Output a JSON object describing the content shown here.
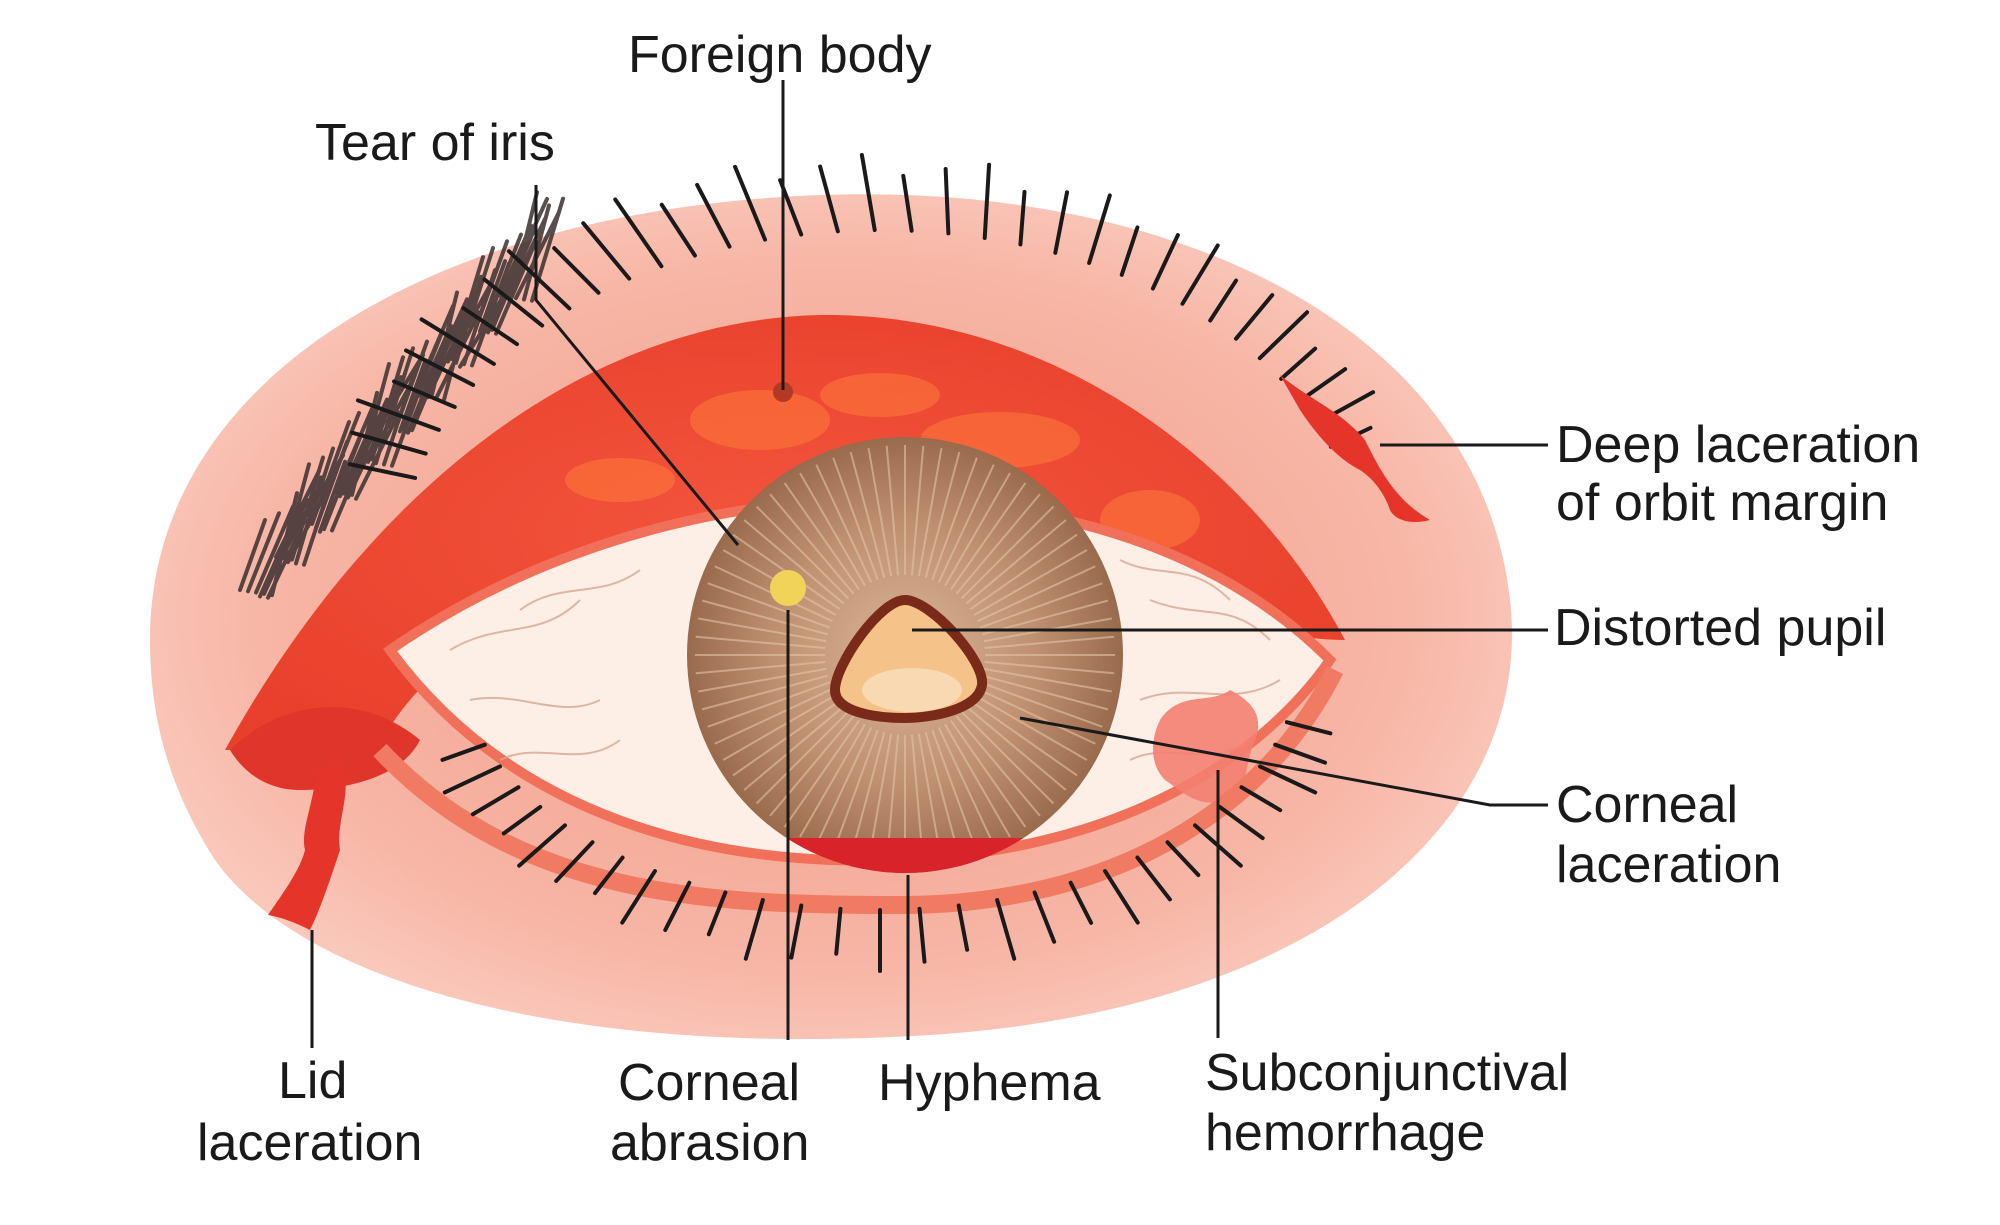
{
  "labels": {
    "foreign_body": "Foreign body",
    "tear_of_iris": "Tear of iris",
    "deep_laceration_line1": "Deep laceration",
    "deep_laceration_line2": "of orbit margin",
    "distorted_pupil": "Distorted pupil",
    "corneal_laceration_line1": "Corneal",
    "corneal_laceration_line2": "laceration",
    "lid_laceration_line1": "Lid",
    "lid_laceration_line2": "laceration",
    "corneal_abrasion_line1": "Corneal",
    "corneal_abrasion_line2": "abrasion",
    "hyphema": "Hyphema",
    "subconjunctival_line1": "Subconjunctival",
    "subconjunctival_line2": "hemorrhage"
  },
  "colors": {
    "skin": "#f7b0a0",
    "lid_red": "#ef4a35",
    "sclera": "#fdeee6",
    "iris": "#b8896a",
    "pupil": "#f5c28a",
    "hyphema": "#d8232a",
    "leader": "#1a1a1a"
  }
}
